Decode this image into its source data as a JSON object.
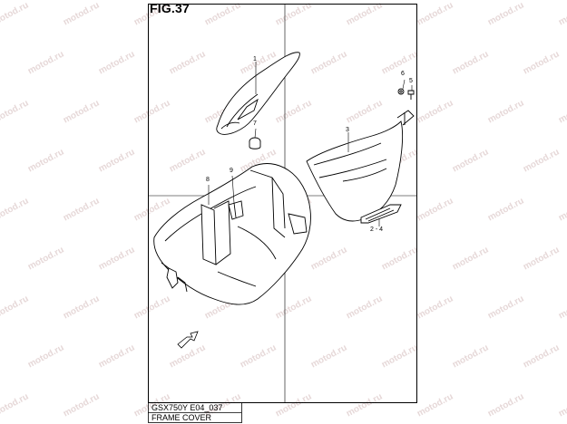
{
  "figure": {
    "title": "FIG.37",
    "code": "GSX750Y E04_037",
    "name": "FRAME COVER"
  },
  "watermark": "motod.ru",
  "callouts": [
    {
      "id": "1",
      "label": "1"
    },
    {
      "id": "2-4",
      "label": "2 - 4"
    },
    {
      "id": "3",
      "label": "3"
    },
    {
      "id": "5",
      "label": "5"
    },
    {
      "id": "6",
      "label": "6"
    },
    {
      "id": "7",
      "label": "7"
    },
    {
      "id": "8",
      "label": "8"
    },
    {
      "id": "9",
      "label": "9"
    }
  ],
  "colors": {
    "line": "#000000",
    "watermark": "#e6d8d8",
    "background": "#ffffff"
  }
}
